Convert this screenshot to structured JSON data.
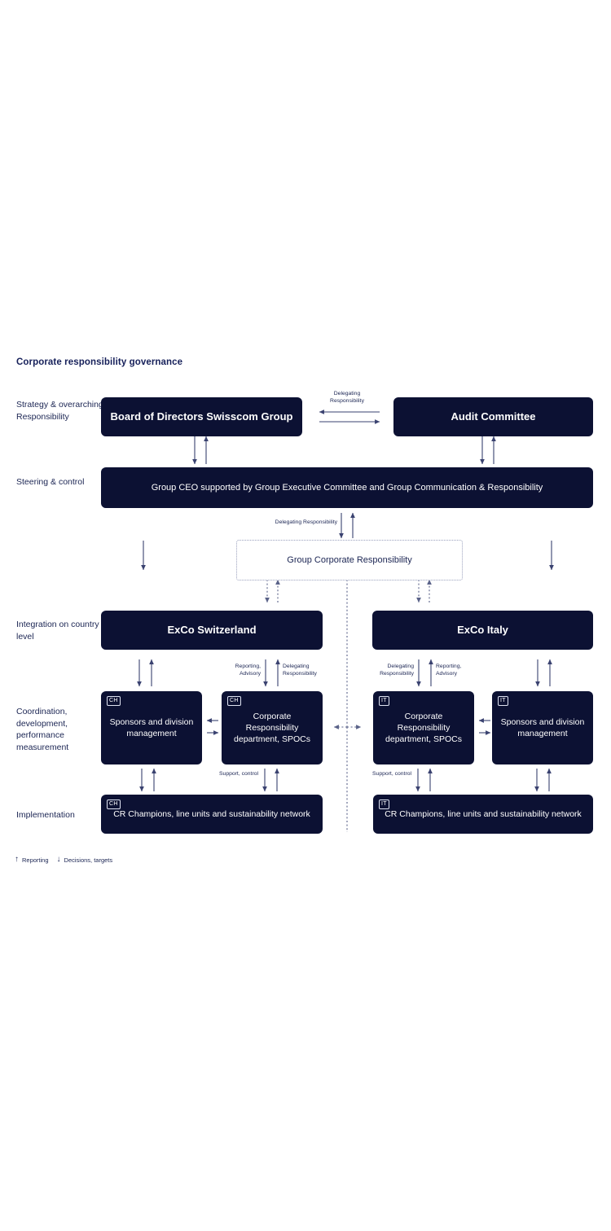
{
  "title": "Corporate responsibility governance",
  "colors": {
    "box_fill": "#0c1133",
    "text_dark": "#1b2553",
    "title": "#16205a",
    "arrow": "#3a4270",
    "dotted": "#9aa0bd",
    "background": "#ffffff"
  },
  "row_labels": [
    {
      "id": "strategy",
      "text": "Strategy & overarching Responsibility"
    },
    {
      "id": "steering",
      "text": "Steering & control"
    },
    {
      "id": "integration",
      "text": "Integration on country level"
    },
    {
      "id": "coordination",
      "text": "Coordination, development, performance measurement"
    },
    {
      "id": "implementation",
      "text": "Implementation"
    }
  ],
  "boxes": {
    "board": {
      "label": "Board of Directors Swisscom Group"
    },
    "audit": {
      "label": "Audit Committee"
    },
    "ceo": {
      "label": "Group CEO supported by Group Executive Committee and Group Communication & Responsibility"
    },
    "group_cr": {
      "label": "Group Corporate Responsibility"
    },
    "exco_ch": {
      "label": "ExCo Switzerland"
    },
    "exco_it": {
      "label": "ExCo Italy"
    },
    "sponsors_ch": {
      "badge": "CH",
      "label": "Sponsors and division management"
    },
    "crdept_ch": {
      "badge": "CH",
      "label": "Corporate Responsibility department, SPOCs"
    },
    "crdept_it": {
      "badge": "IT",
      "label": "Corporate Responsibility department, SPOCs"
    },
    "sponsors_it": {
      "badge": "IT",
      "label": "Sponsors and division management"
    },
    "champions_ch": {
      "badge": "CH",
      "label": "CR Champions, line units and sustainability network"
    },
    "champions_it": {
      "badge": "IT",
      "label": "CR Champions, line units and sustainability network"
    }
  },
  "connector_labels": {
    "board_audit": "Delegating Responsibility",
    "ceo_groupcr": "Delegating Responsibility",
    "ch_reporting": "Reporting, Advisory",
    "ch_delegating": "Delegating Responsibility",
    "it_delegating": "Delegating Responsibility",
    "it_reporting": "Reporting, Advisory",
    "ch_support": "Support, control",
    "it_support": "Support, control"
  },
  "legend": {
    "up_glyph": "↑",
    "up_text": "Reporting",
    "down_glyph": "↓",
    "down_text": "Decisions, targets"
  }
}
